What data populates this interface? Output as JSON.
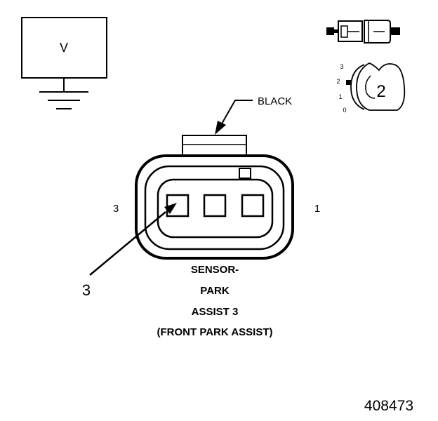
{
  "voltmeter": {
    "label": "V"
  },
  "wire": {
    "color_label": "BLACK"
  },
  "connector": {
    "pin_left_label": "3",
    "pin_right_label": "1",
    "callout_label": "3",
    "caption_lines": [
      "SENSOR-",
      "PARK",
      "ASSIST 3",
      "(FRONT PARK ASSIST)"
    ]
  },
  "selector": {
    "scale_labels": [
      "3",
      "2",
      "1",
      "0"
    ],
    "position_label": "2"
  },
  "figure_number": "408473",
  "colors": {
    "ink": "#000000",
    "paper": "#ffffff",
    "fill_light": "#f2f2f2"
  }
}
